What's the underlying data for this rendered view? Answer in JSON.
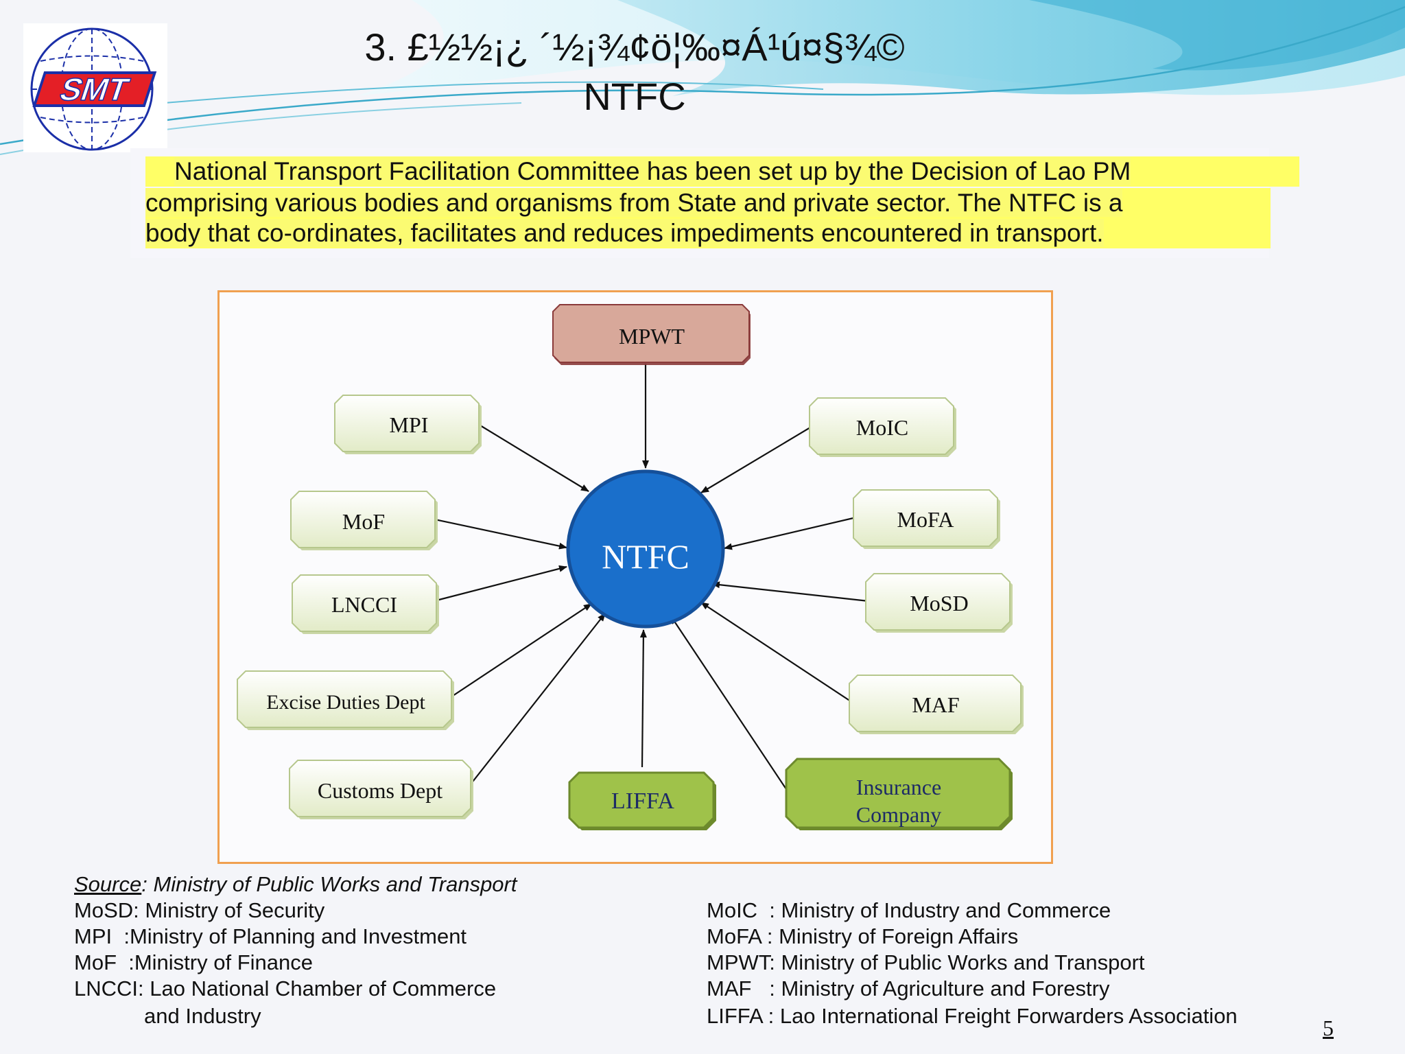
{
  "title": {
    "line1": "3. £½½¡¿ ´½¡¾¢ö¦‰¤Á¹ú¤§¾©",
    "line2": "NTFC"
  },
  "intro": {
    "line1": "National Transport Facilitation Committee has been set up by the Decision of Lao PM",
    "line2": "comprising various bodies and organisms from State and private sector. The NTFC is a",
    "line3": "body that co-ordinates, facilitates and reduces impediments encountered in transport."
  },
  "diagram": {
    "center": "NTFC",
    "top": "MPWT",
    "left_nodes": [
      "MPI",
      "MoF",
      "LNCCI",
      "Excise Duties Dept",
      "Customs Dept"
    ],
    "right_nodes": [
      "MoIC",
      "MoFA",
      "MoSD",
      "MAF"
    ],
    "bottom_nodes": [
      "LIFFA",
      "Insurance",
      "Company"
    ]
  },
  "source": {
    "label": "Source",
    "text": ": Ministry of Public Works and Transport"
  },
  "legend_left": [
    {
      "abbr": "MoSD:",
      "text": " Ministry of Security"
    },
    {
      "abbr": "MPI",
      "text": "  :Ministry of Planning and Investment"
    },
    {
      "abbr": "MoF",
      "text": "  :Ministry of Finance"
    },
    {
      "abbr": "LNCCI:",
      "text": " Lao National Chamber of Commerce"
    },
    {
      "abbr": "",
      "text": "and Industry"
    }
  ],
  "legend_right": [
    {
      "abbr": "MoIC",
      "text": "  : Ministry of Industry and Commerce"
    },
    {
      "abbr": "MoFA",
      "text": " : Ministry of Foreign Affairs"
    },
    {
      "abbr": "MPWT:",
      "text": " Ministry of Public Works and Transport"
    },
    {
      "abbr": "MAF",
      "text": "   : Ministry of Agriculture and Forestry"
    },
    {
      "abbr": "LIFFA",
      "text": " : Lao International Freight Forwarders Association"
    }
  ],
  "page_number": "5",
  "colors": {
    "ntfc_circle": "#1a6fcb",
    "mpwt_box": "#d8a89a",
    "green_box": "#9fc24a",
    "light_box": "#eef3dc",
    "frame_border": "#f0a050",
    "highlight": "#ffff66",
    "logo_red": "#e41f26",
    "logo_blue": "#1b2fa8"
  }
}
